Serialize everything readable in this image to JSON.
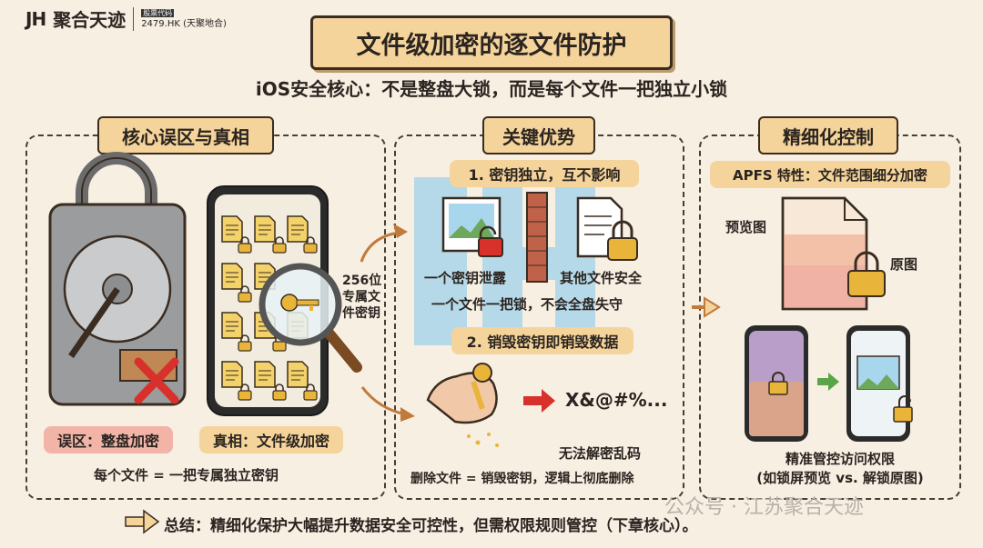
{
  "header": {
    "logo_mark": "JH",
    "logo_name": "聚合天迹",
    "stock_tag": "股票代码",
    "stock_code": "2479.HK (天聚地合)"
  },
  "title": "文件级加密的逐文件防护",
  "subtitle": "iOS安全核心：不是整盘大锁，而是每个文件一把独立小锁",
  "panels": {
    "left": {
      "title": "核心误区与真相",
      "key_label": "256位\n专属文\n件密钥",
      "myth": "误区：整盘加密",
      "truth": "真相：文件级加密",
      "caption": "每个文件 = 一把专属独立密钥"
    },
    "middle": {
      "title": "关键优势",
      "point1": "1. 密钥独立，互不影响",
      "leak": "一个密钥泄露",
      "safe": "其他文件安全",
      "point1_caption": "一个文件一把锁，不会全盘失守",
      "point2": "2. 销毁密钥即销毁数据",
      "garbled": "X&@#%...",
      "garbled_caption": "无法解密乱码",
      "point2_caption": "删除文件 = 销毁密钥，逻辑上彻底删除"
    },
    "right": {
      "title": "精细化控制",
      "apfs": "APFS 特性：文件范围细分加密",
      "preview": "预览图",
      "original": "原图",
      "caption_line1": "精准管控访问权限",
      "caption_line2": "(如锁屏预览 vs. 解锁原图)"
    }
  },
  "summary": "总结：精细化保护大幅提升数据安全可控性，但需权限规则管控（下章核心）。",
  "watermark": "公众号 · 江苏聚合天迹",
  "colors": {
    "background": "#f7efe2",
    "banner": "#f4d49a",
    "myth_bg": "#f3b4a8",
    "truth_bg": "#f4d49a",
    "lock_gold": "#e9b43a",
    "red_x": "#d8312b"
  }
}
